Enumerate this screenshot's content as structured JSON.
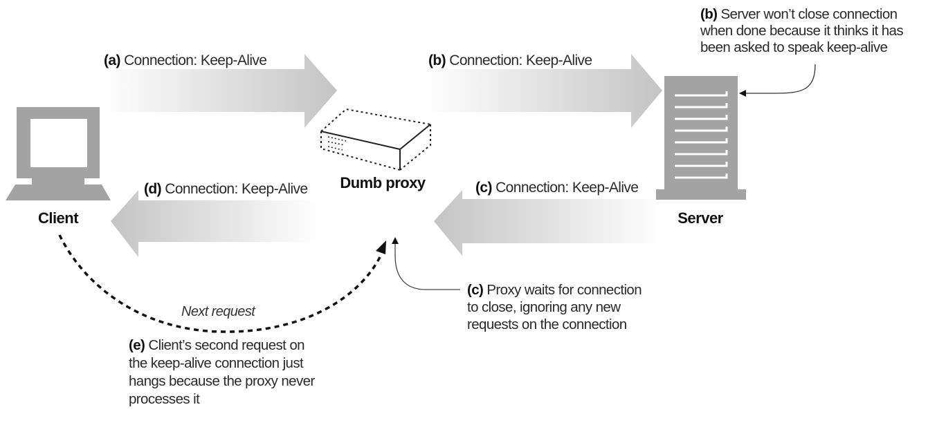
{
  "diagram": {
    "title": "Dumb proxy hanging on keep-alive connection",
    "nodes": {
      "client": {
        "label": "Client",
        "icon": "computer-monitor-icon"
      },
      "proxy": {
        "label": "Dumb proxy",
        "icon": "proxy-box-icon"
      },
      "server": {
        "label": "Server",
        "icon": "server-tower-icon"
      }
    },
    "arrows": [
      {
        "id": "a",
        "tag": "(a)",
        "text": " Connection: Keep-Alive",
        "from": "client",
        "to": "proxy"
      },
      {
        "id": "b",
        "tag": "(b)",
        "text": " Connection: Keep-Alive",
        "from": "proxy",
        "to": "server"
      },
      {
        "id": "c",
        "tag": "(c)",
        "text": " Connection: Keep-Alive",
        "from": "server",
        "to": "proxy"
      },
      {
        "id": "d",
        "tag": "(d)",
        "text": " Connection: Keep-Alive",
        "from": "proxy",
        "to": "client"
      }
    ],
    "next_request": {
      "label": "Next request"
    },
    "notes": {
      "b": {
        "tag": "(b)",
        "lines": [
          " Server won’t close connection",
          "when done because it thinks it has",
          "been asked to speak keep-alive"
        ]
      },
      "c": {
        "tag": "(c)",
        "lines": [
          " Proxy waits for connection",
          "to close, ignoring any new",
          "requests on the connection"
        ]
      },
      "e": {
        "tag": "(e)",
        "lines": [
          " Client’s second request on",
          "the keep-alive connection just",
          "hangs because the proxy never",
          "processes it"
        ]
      }
    },
    "colors": {
      "arrow_dark": "#c4c4c4",
      "arrow_light": "#ffffff",
      "icon_gray": "#a3a3a3",
      "text": "#2a2a2a",
      "line": "#111111"
    }
  }
}
